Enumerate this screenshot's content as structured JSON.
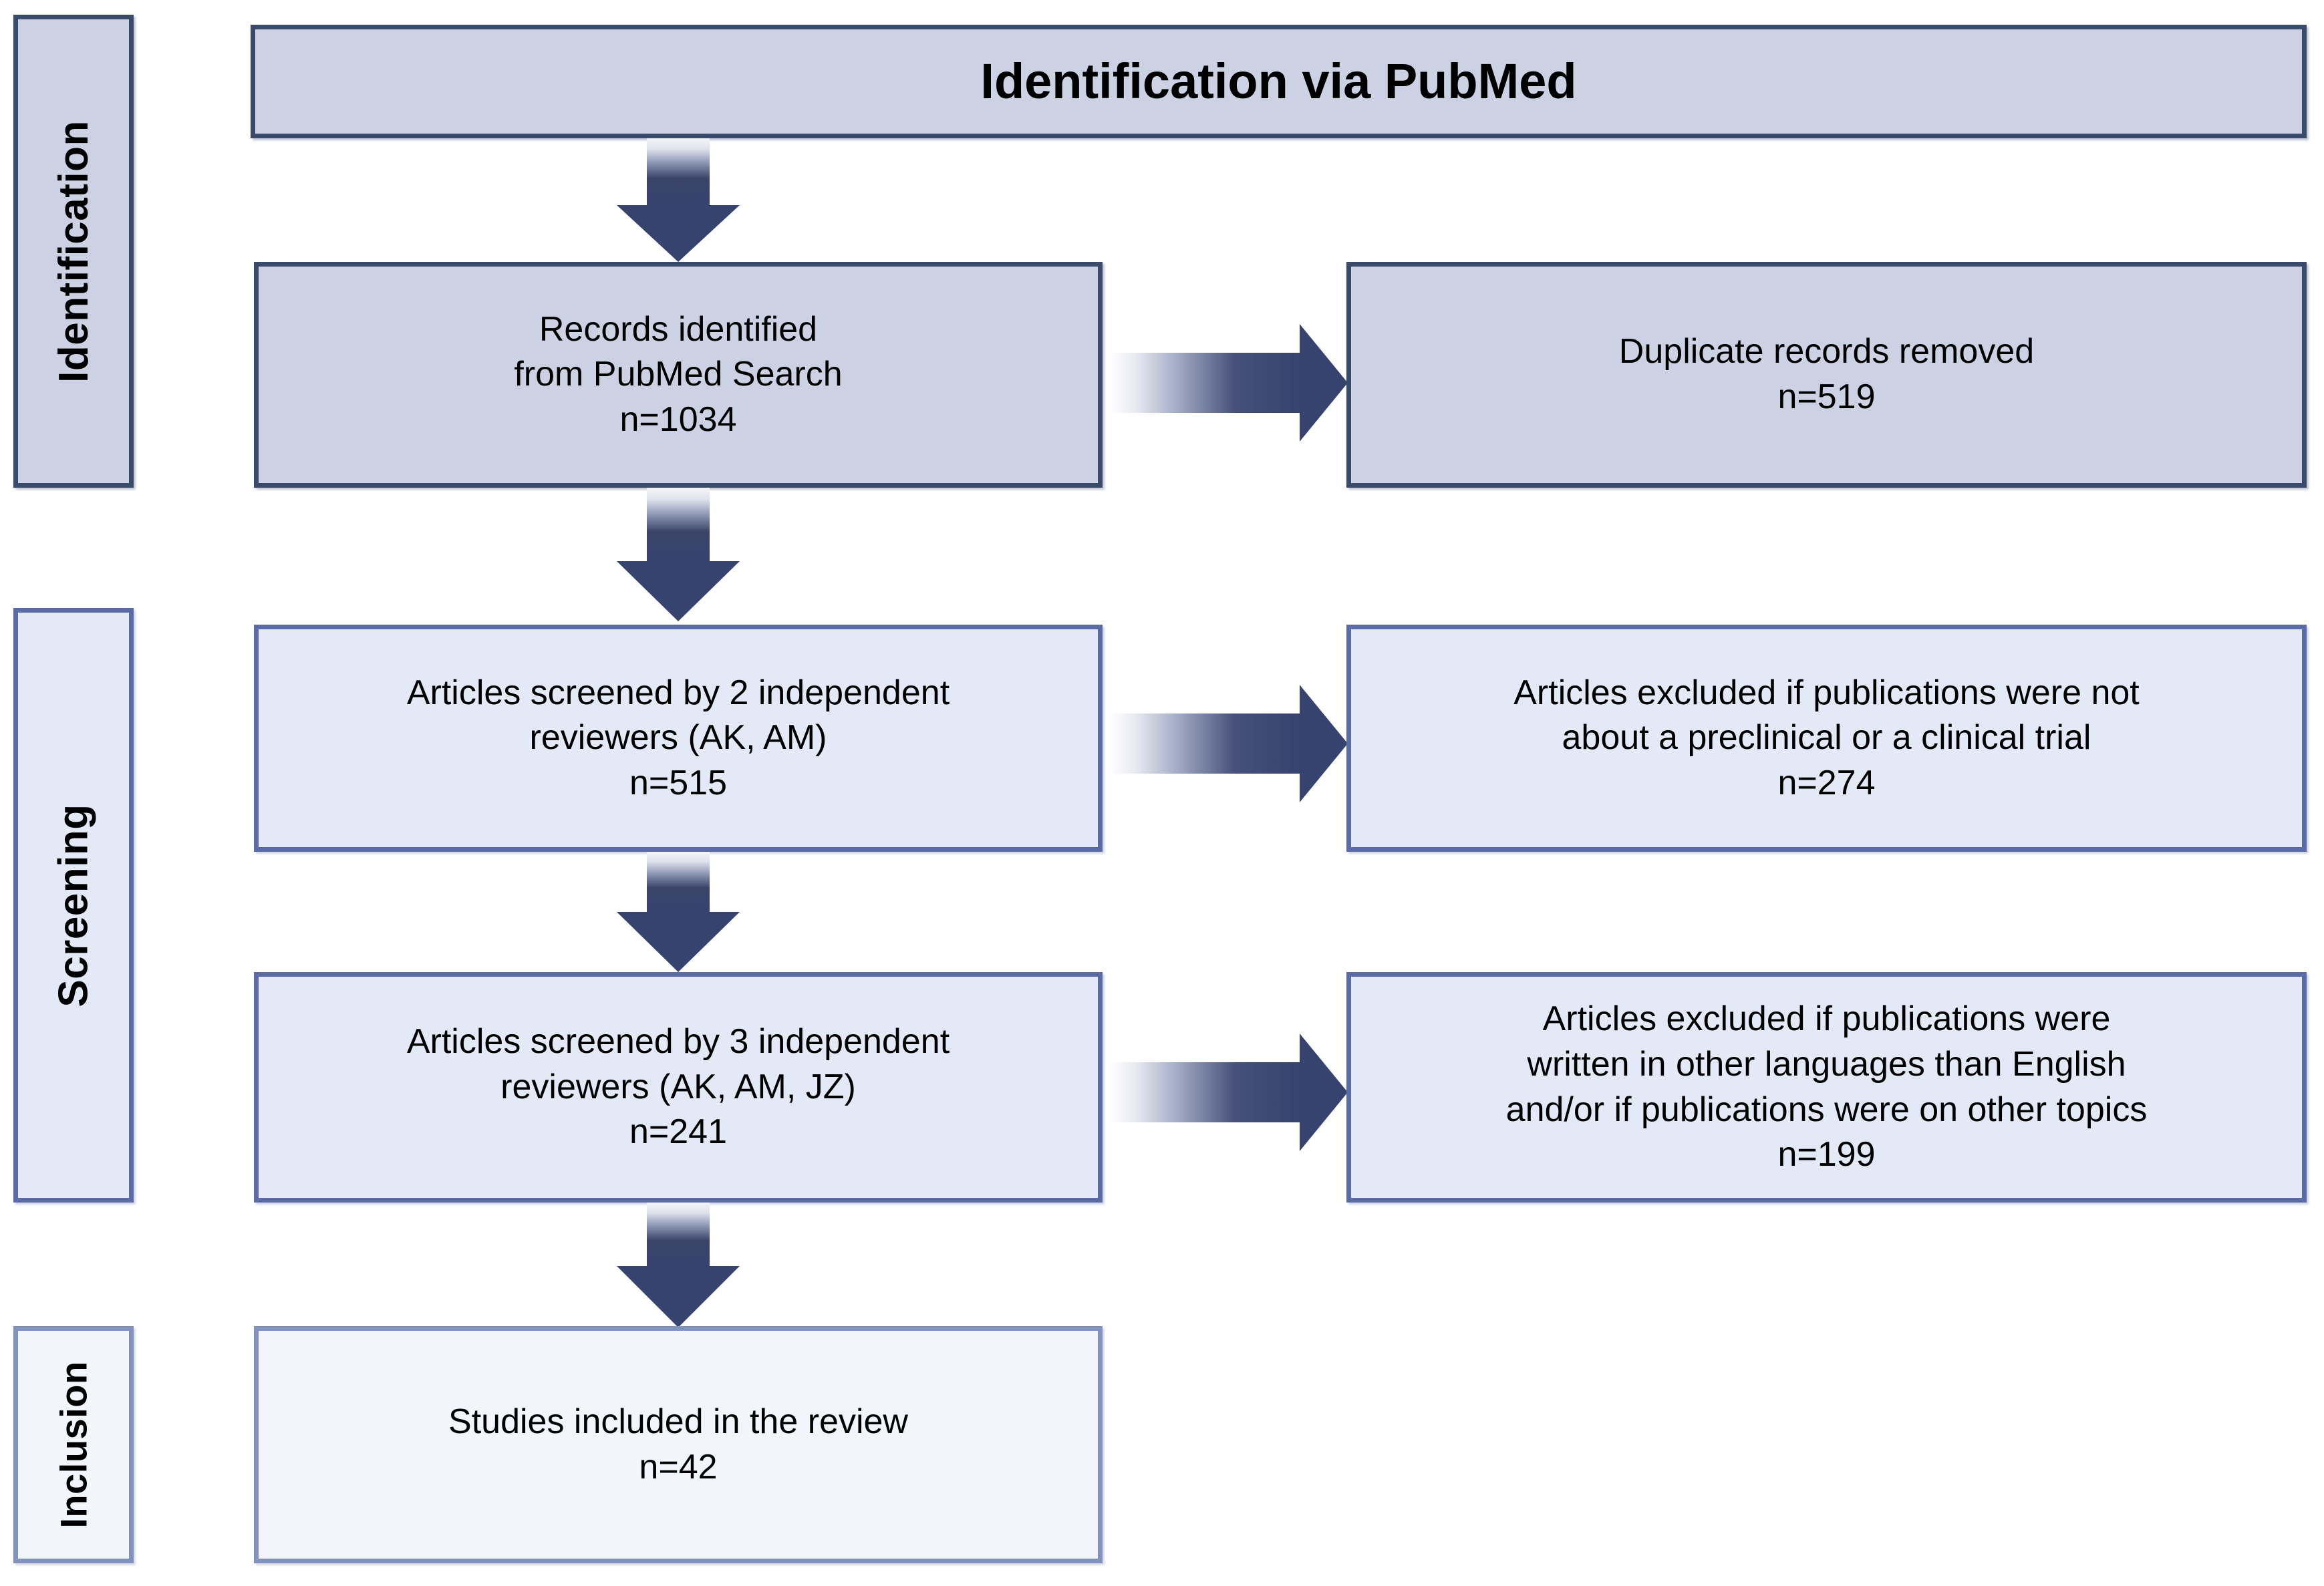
{
  "diagram": {
    "type": "prisma-flow-diagram",
    "title": "Identification via PubMed",
    "colors": {
      "identification_fill": "#ccd2e4",
      "identification_border": "#3a4a6b",
      "screening_fill": "#e3e9f7",
      "screening_border": "#5b6ba8",
      "inclusion_fill": "#f2f5fb",
      "inclusion_border": "#8193bd",
      "arrow": "#36436e",
      "text": "#000000"
    }
  },
  "stages": [
    {
      "id": "identification",
      "label": "Identification"
    },
    {
      "id": "screening",
      "label": "Screening"
    },
    {
      "id": "inclusion",
      "label": "Inclusion"
    }
  ],
  "nodes": {
    "title": {
      "label": "Identification via PubMed"
    },
    "records_identified": {
      "label": "Records identified\nfrom PubMed Search\nn=1034",
      "count_label": "n=1034",
      "count": 1034
    },
    "duplicates_removed": {
      "label": "Duplicate records removed\nn=519",
      "count_label": "n=519",
      "count": 519
    },
    "screened_2_reviewers": {
      "label": "Articles screened by 2 independent\nreviewers (AK, AM)\nn=515",
      "count_label": "n=515",
      "count": 515
    },
    "excluded_not_trial": {
      "label": "Articles excluded if publications were not\nabout a preclinical or a clinical trial\nn=274",
      "count_label": "n=274",
      "count": 274
    },
    "screened_3_reviewers": {
      "label": "Articles screened by 3 independent\nreviewers (AK, AM, JZ)\nn=241",
      "count_label": "n=241",
      "count": 241
    },
    "excluded_language_topic": {
      "label": "Articles excluded if publications were\nwritten in other languages than English\nand/or if publications were on other topics\nn=199",
      "count_label": "n=199",
      "count": 199
    },
    "studies_included": {
      "label": "Studies included in the review\nn=42",
      "count_label": "n=42",
      "count": 42
    }
  },
  "edges": [
    {
      "from": "title",
      "to": "records_identified",
      "direction": "down"
    },
    {
      "from": "records_identified",
      "to": "duplicates_removed",
      "direction": "right"
    },
    {
      "from": "records_identified",
      "to": "screened_2_reviewers",
      "direction": "down"
    },
    {
      "from": "screened_2_reviewers",
      "to": "excluded_not_trial",
      "direction": "right"
    },
    {
      "from": "screened_2_reviewers",
      "to": "screened_3_reviewers",
      "direction": "down"
    },
    {
      "from": "screened_3_reviewers",
      "to": "excluded_language_topic",
      "direction": "right"
    },
    {
      "from": "screened_3_reviewers",
      "to": "studies_included",
      "direction": "down"
    }
  ]
}
